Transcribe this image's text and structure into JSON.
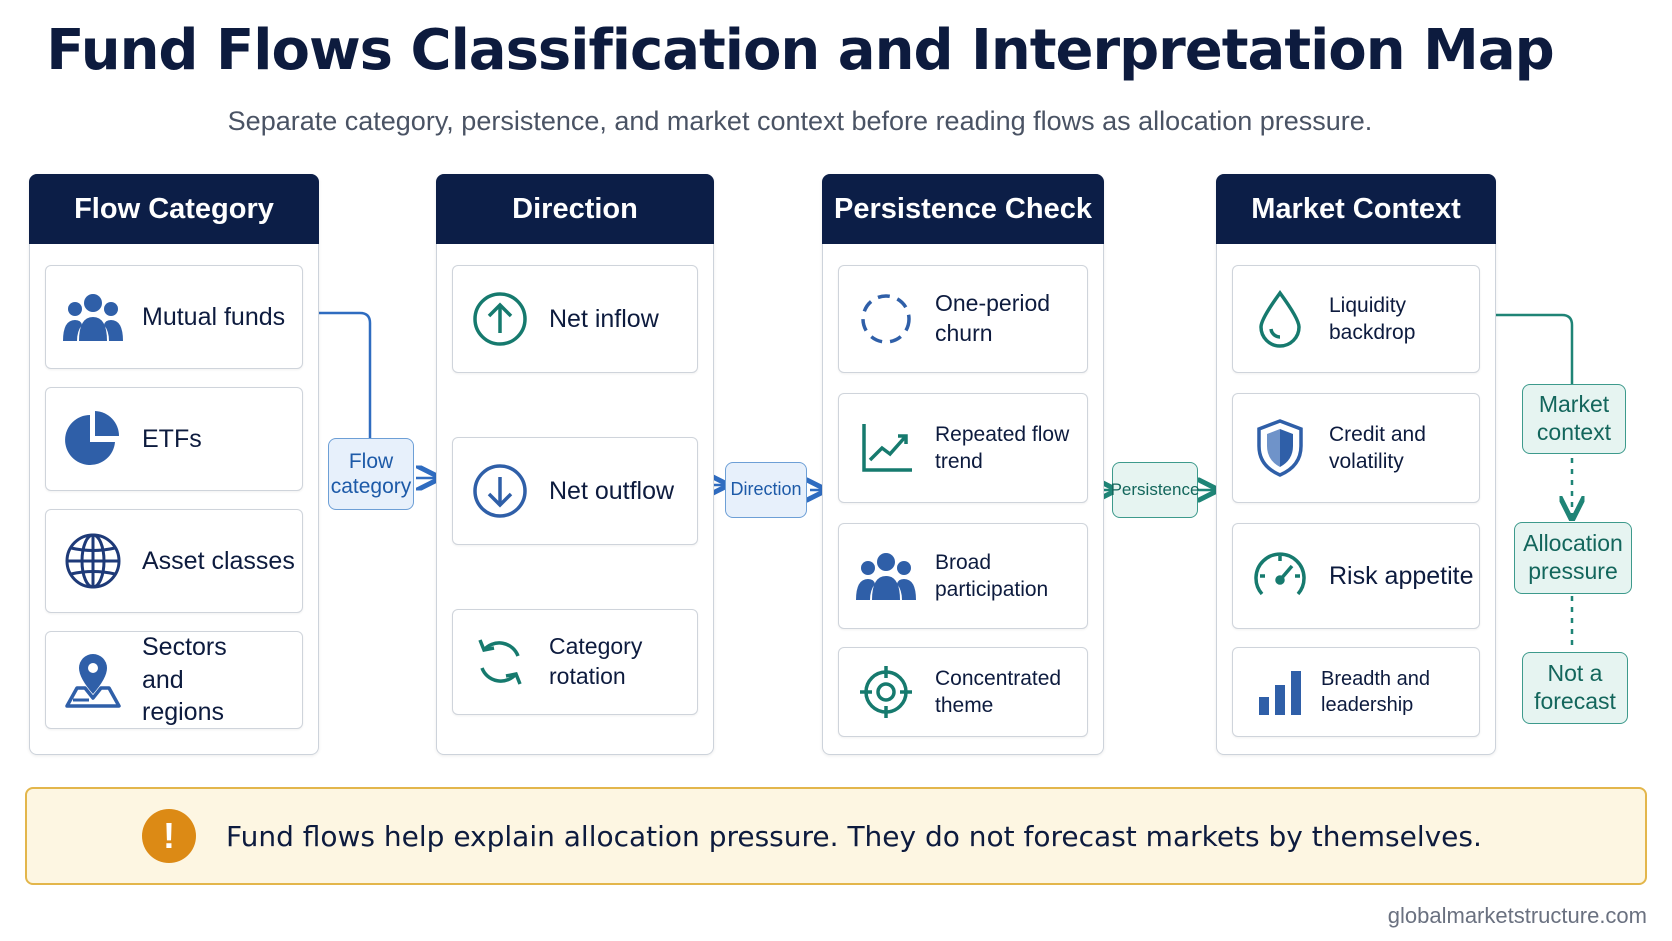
{
  "title": "Fund Flows Classification and Interpretation Map",
  "subtitle": "Separate category, persistence, and market context before reading flows as allocation pressure.",
  "columns": [
    {
      "header": "Flow Category",
      "items": [
        {
          "label": "Mutual funds",
          "icon": "people-group-icon"
        },
        {
          "label": "ETFs",
          "icon": "pie-chart-icon"
        },
        {
          "label": "Asset classes",
          "icon": "globe-icon"
        },
        {
          "label": "Sectors and regions",
          "icon": "map-pin-icon"
        }
      ]
    },
    {
      "header": "Direction",
      "items": [
        {
          "label": "Net inflow",
          "icon": "arrow-up-circle-icon"
        },
        {
          "label": "Net outflow",
          "icon": "arrow-down-circle-icon"
        },
        {
          "label": "Category rotation",
          "icon": "rotate-arrows-icon"
        }
      ]
    },
    {
      "header": "Persistence Check",
      "items": [
        {
          "label": "One-period churn",
          "icon": "dashed-circle-icon"
        },
        {
          "label": "Repeated flow trend",
          "icon": "trend-chart-icon"
        },
        {
          "label": "Broad participation",
          "icon": "people-group-icon"
        },
        {
          "label": "Concentrated theme",
          "icon": "target-icon"
        }
      ]
    },
    {
      "header": "Market Context",
      "items": [
        {
          "label": "Liquidity backdrop",
          "icon": "droplet-icon"
        },
        {
          "label": "Credit and volatility",
          "icon": "shield-icon"
        },
        {
          "label": "Risk appetite",
          "icon": "gauge-icon"
        },
        {
          "label": "Breadth and leadership",
          "icon": "bar-chart-icon"
        }
      ]
    }
  ],
  "connectors": {
    "flow_category": "Flow category",
    "direction": "Direction",
    "persistence": "Persistence"
  },
  "outcome": {
    "market_context": "Market context",
    "allocation_pressure": "Allocation pressure",
    "not_a_forecast": "Not a forecast"
  },
  "note": "Fund flows help explain allocation pressure. They do not forecast markets by themselves.",
  "footer": "globalmarketstructure.com",
  "colors": {
    "navy": "#0c1e47",
    "blue": "#2f5fa8",
    "teal": "#167a6e",
    "amber": "#dc8a15"
  }
}
